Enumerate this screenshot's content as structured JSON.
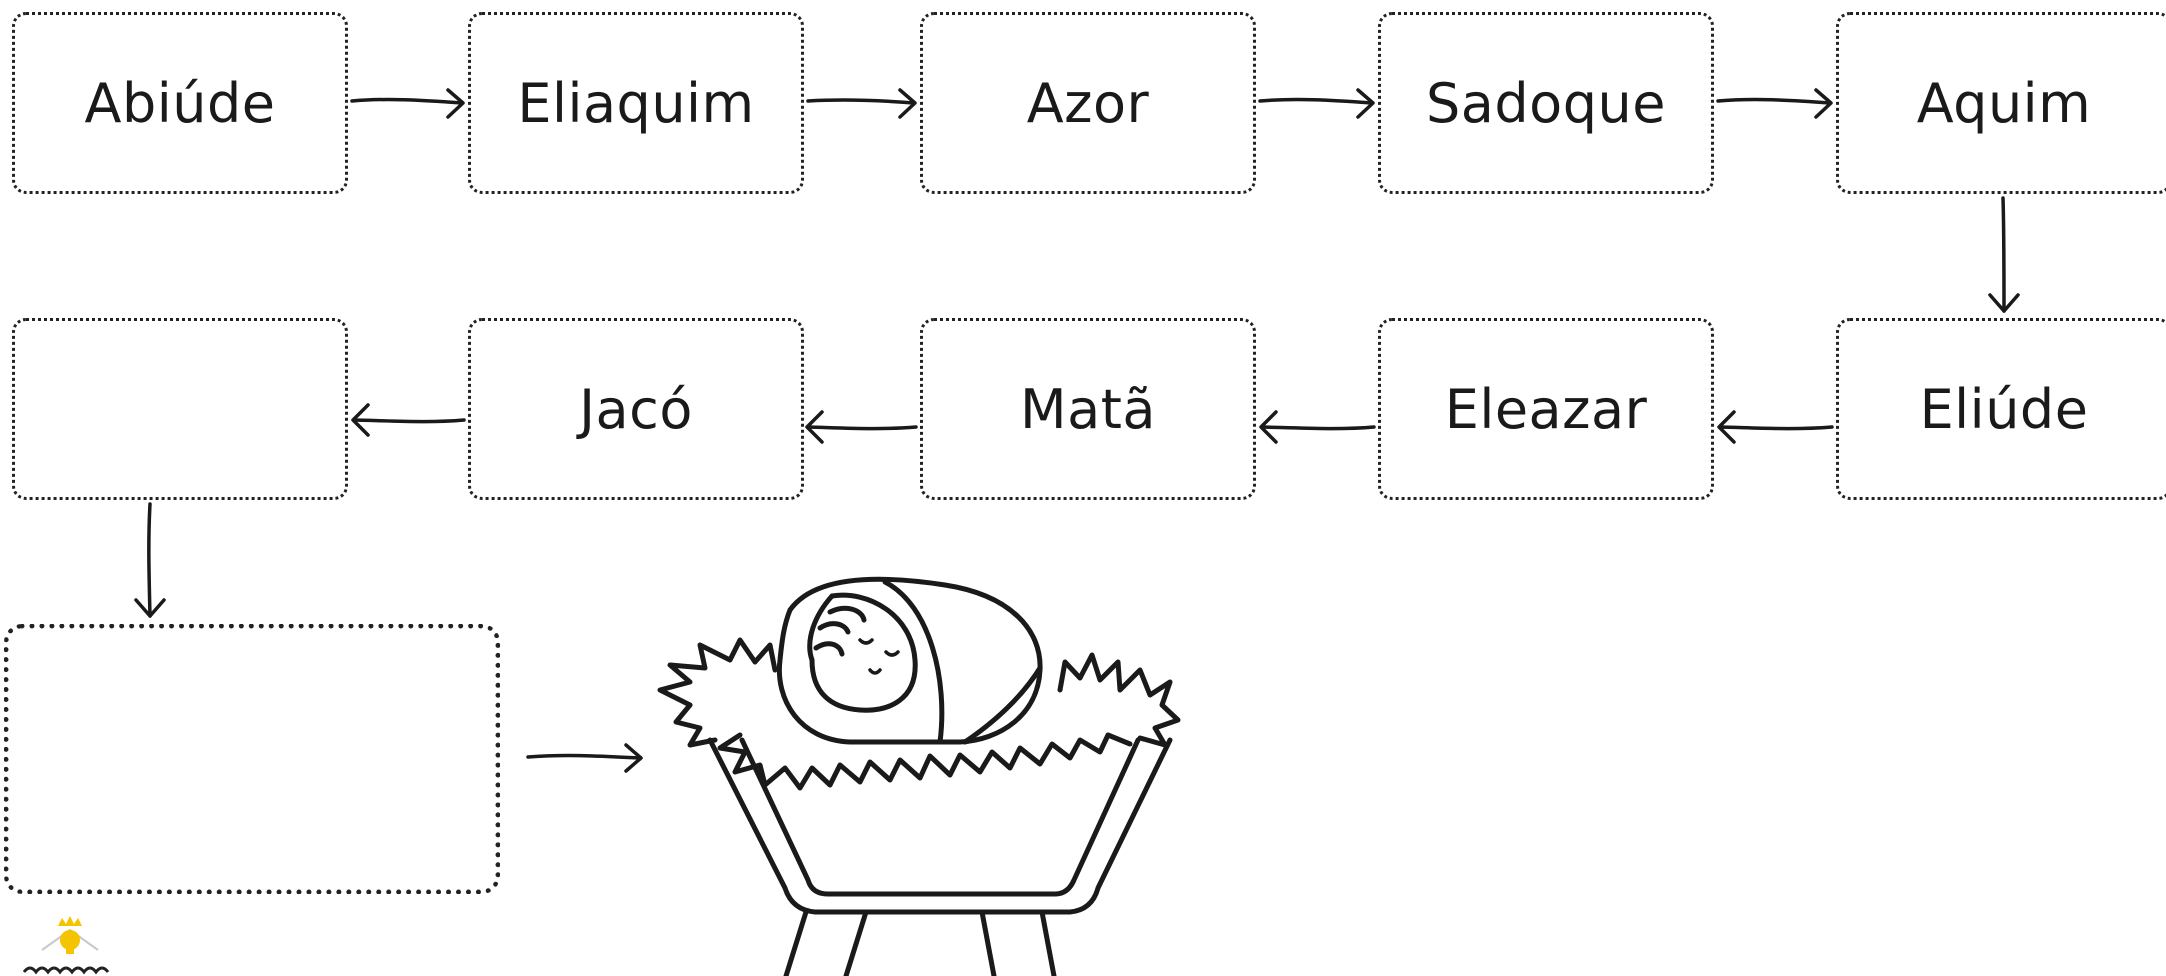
{
  "genealogy": {
    "row1": [
      "Abiúde",
      "Eliaquim",
      "Azor",
      "Sadoque",
      "Aquim"
    ],
    "row2": [
      "Eliúde",
      "Eleazar",
      "Matã",
      "Jacó",
      ""
    ],
    "final_box": ""
  },
  "image": {
    "name": "baby-jesus-in-manger"
  },
  "logo": {
    "name": "crown-lightbulb-logo"
  },
  "colors": {
    "line": "#1a1a1a",
    "logo_yellow": "#f5c400"
  }
}
